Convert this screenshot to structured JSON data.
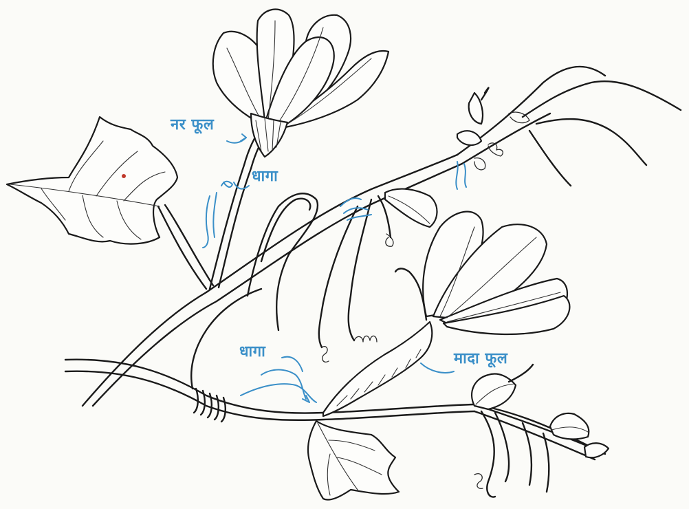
{
  "labels": {
    "male_flower": "नर फूल",
    "thread_top": "धागा",
    "thread_bottom": "धागा",
    "female_flower": "मादा फूल"
  },
  "colors": {
    "ink": "#1a1a1a",
    "annotation": "#3a8fc8",
    "paper": "#fbfbf8"
  }
}
